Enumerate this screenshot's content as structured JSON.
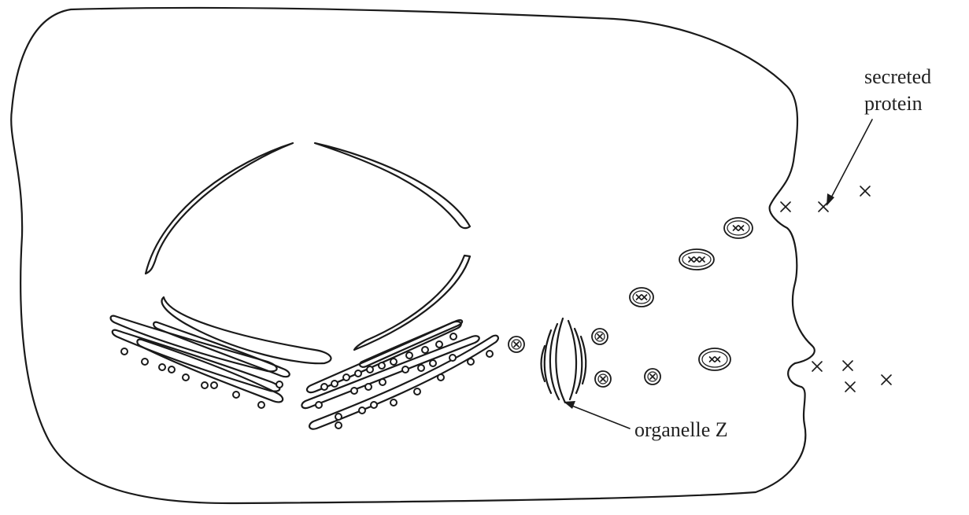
{
  "labels": {
    "secreted_protein": [
      "secreted",
      "protein"
    ],
    "organelle_z": "organelle Z"
  },
  "vesicles": [
    {
      "marks": "××"
    },
    {
      "marks": "×××"
    },
    {
      "marks": "××"
    },
    {
      "marks": "×"
    },
    {
      "marks": "×"
    },
    {
      "marks": "×"
    },
    {
      "marks": "×"
    },
    {
      "marks": "××"
    }
  ],
  "colors": {
    "stroke": "#1a1a1a",
    "background": "#ffffff"
  }
}
